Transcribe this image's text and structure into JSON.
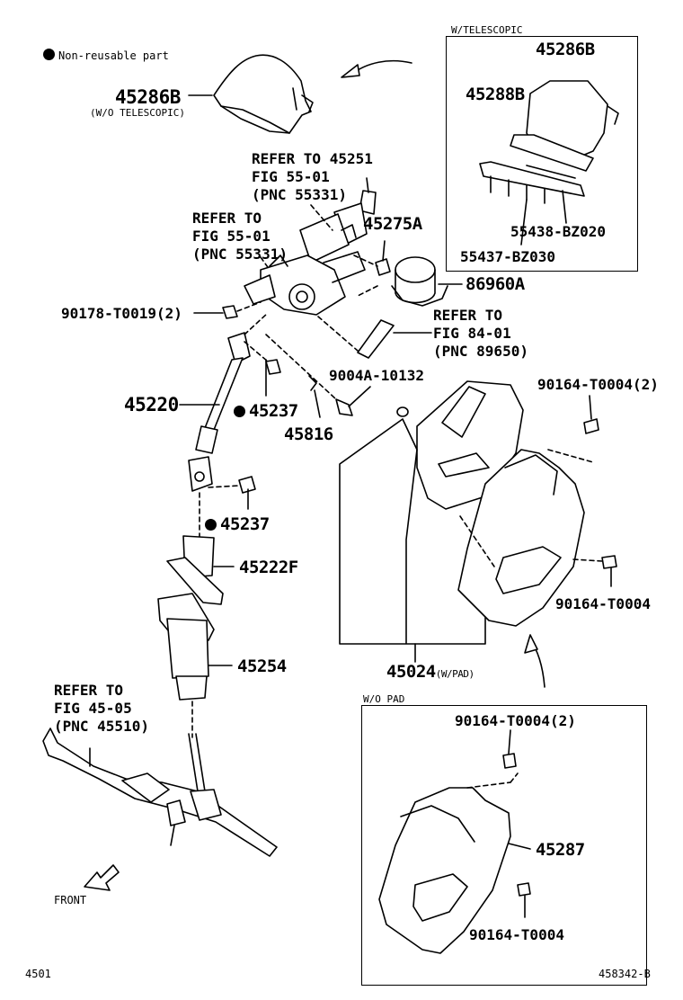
{
  "legend": {
    "text": "Non-reusable part",
    "marker": "filled-circle"
  },
  "labels": {
    "p45286B_main": "45286B",
    "p45286B_sub": "(W/O TELESCOPIC)",
    "refer_55_1": "REFER TO 45251",
    "refer_55_2": "FIG 55-01",
    "refer_55_3": "(PNC 55331)",
    "refer_55b_1": "REFER TO",
    "refer_55b_2": "FIG 55-01",
    "refer_55b_3": "(PNC 55331)",
    "p45275A": "45275A",
    "p86960A": "86960A",
    "p90178": "90178-T0019(2)",
    "refer_84_1": "REFER TO",
    "refer_84_2": "FIG 84-01",
    "refer_84_3": "(PNC 89650)",
    "p9004A": "9004A-10132",
    "p45220": "45220",
    "p45237a": "45237",
    "p45816": "45816",
    "p90164_top": "90164-T0004(2)",
    "p45237b": "45237",
    "p45222F": "45222F",
    "p90164_mid": "90164-T0004",
    "p45254": "45254",
    "p45024": "45024",
    "p45024_sub": "(W/PAD)",
    "refer_45_1": "REFER TO",
    "refer_45_2": "FIG 45-05",
    "refer_45_3": "(PNC 45510)",
    "front": "FRONT",
    "footer_left": "4501",
    "footer_right": "458342-B"
  },
  "box_telescopic": {
    "title": "W/TELESCOPIC",
    "p45286B": "45286B",
    "p45288B": "45288B",
    "p55438": "55438-BZ020",
    "p55437": "55437-BZ030"
  },
  "box_wo_pad": {
    "title": "W/O PAD",
    "p90164_top": "90164-T0004(2)",
    "p45287": "45287",
    "p90164_bot": "90164-T0004"
  }
}
